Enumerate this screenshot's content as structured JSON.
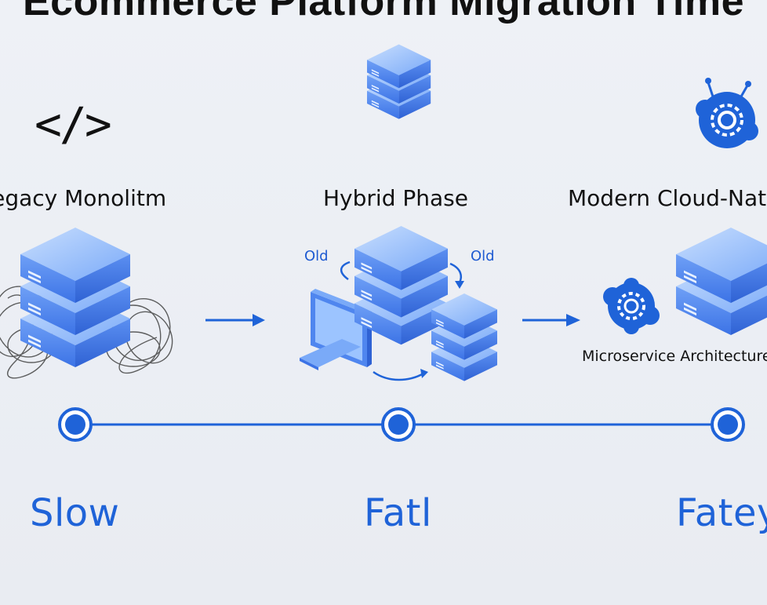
{
  "diagram": {
    "title": "Ecommerce Platform Migration Time",
    "stages": [
      {
        "label": "Legacy Monolitm",
        "speed": "Slow"
      },
      {
        "label": "Hybrid Phase",
        "speed": "Fatl"
      },
      {
        "label": "Modern Cloud-Native",
        "speed": "Fatey"
      }
    ],
    "hybrid_labels": {
      "left": "Old",
      "right": "Old"
    },
    "microservice_label": "Microservice Architecture"
  },
  "colors": {
    "accent": "#1f63d8",
    "server_light": "#9cc4ff",
    "server_dark": "#3f7cf0",
    "background": "#eceff5"
  },
  "icons": [
    "code-icon",
    "server-stack-icon",
    "gear-network-icon",
    "monitor-icon",
    "arrow-right-icon",
    "timeline-node-icon"
  ]
}
